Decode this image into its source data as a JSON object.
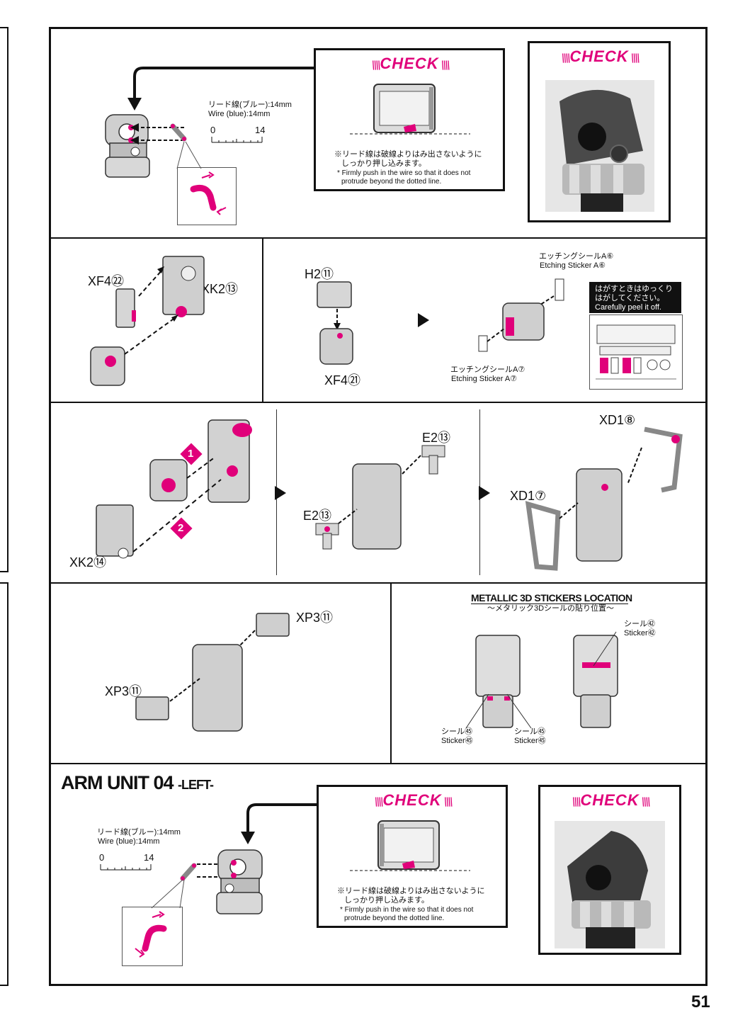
{
  "page_number": "51",
  "section1": {
    "wire_label_jp": "リード線(ブルー):14mm",
    "wire_label_en": "Wire (blue):14mm",
    "ruler_start": "0",
    "ruler_end": "14",
    "check1": {
      "title": "CHECK",
      "note_jp_1": "※リード線は破線よりはみ出さないように",
      "note_jp_2": "しっかり押し込みます。",
      "note_en_1": "* Firmly push in the wire so that it does not",
      "note_en_2": "protrude beyond the dotted line."
    },
    "check2": {
      "title": "CHECK"
    }
  },
  "section2": {
    "xf4_22": "XF4㉒",
    "xk2_13": "XK2⑬",
    "h2_11": "H2⑪",
    "xf4_21": "XF4㉑",
    "etching_a6_jp": "エッチングシールA⑥",
    "etching_a6_en": "Etching Sticker A⑥",
    "etching_a7_jp": "エッチングシールA⑦",
    "etching_a7_en": "Etching Sticker A⑦",
    "peel_jp_1": "はがすときはゆっくり",
    "peel_jp_2": "はがしてください。",
    "peel_en": "Carefully peel it off."
  },
  "section3": {
    "step1": "1",
    "step2": "2",
    "xk2_14": "XK2⑭",
    "e2_13_top": "E2⑬",
    "e2_13_bottom": "E2⑬",
    "xd1_8": "XD1⑧",
    "xd1_7": "XD1⑦"
  },
  "section4": {
    "xp3_11_top": "XP3⑪",
    "xp3_11_left": "XP3⑪",
    "metallic_title": "METALLIC 3D STICKERS LOCATION",
    "metallic_subtitle": "〜メタリック3Dシールの貼り位置〜",
    "sticker42_jp": "シール㊷",
    "sticker42_en": "Sticker㊷",
    "sticker45a_jp": "シール㊺",
    "sticker45a_en": "Sticker㊺",
    "sticker45b_jp": "シール㊺",
    "sticker45b_en": "Sticker㊺"
  },
  "section5": {
    "heading": "ARM UNIT 04",
    "heading_suffix": "-LEFT-",
    "wire_label_jp": "リード線(ブルー):14mm",
    "wire_label_en": "Wire (blue):14mm",
    "ruler_start": "0",
    "ruler_end": "14",
    "check1": {
      "title": "CHECK",
      "note_jp_1": "※リード線は破線よりはみ出さないように",
      "note_jp_2": "しっかり押し込みます。",
      "note_en_1": "* Firmly push in the wire so that it does not",
      "note_en_2": "protrude beyond the dotted line."
    },
    "check2": {
      "title": "CHECK"
    }
  },
  "colors": {
    "accent": "#e0007a",
    "part_gray": "#b9b9b9",
    "dark_gray": "#4a4a4a"
  }
}
